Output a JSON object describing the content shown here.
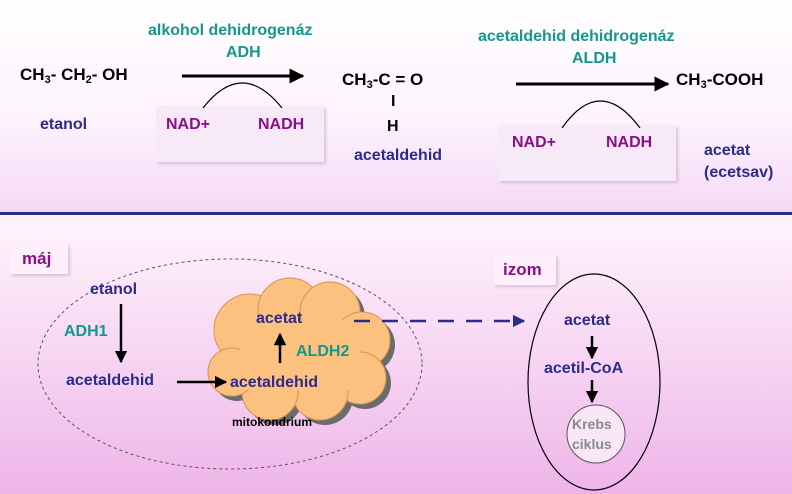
{
  "top": {
    "ethanol_formula_a": "CH",
    "ethanol_formula_sub1": "3",
    "ethanol_formula_b": "- CH",
    "ethanol_formula_sub2": "2",
    "ethanol_formula_c": "- OH",
    "ethanol_label": "etanol",
    "enzyme1_name": "alkohol dehidrogenáz",
    "enzyme1_abbr": "ADH",
    "cofactor1_in": "NAD+",
    "cofactor1_out": "NADH",
    "acetaldehyde_formula_a": "CH",
    "acetaldehyde_formula_sub": "3",
    "acetaldehyde_formula_b": "-C = O",
    "acetaldehyde_bond": "I",
    "acetaldehyde_h": "H",
    "acetaldehyde_label": "acetaldehid",
    "enzyme2_name": "acetaldehid dehidrogenáz",
    "enzyme2_abbr": "ALDH",
    "cofactor2_in": "NAD+",
    "cofactor2_out": "NADH",
    "acetate_formula_a": "CH",
    "acetate_formula_sub": "3",
    "acetate_formula_b": "-COOH",
    "acetate_label": "acetat",
    "acetate_alt": "(ecetsav)"
  },
  "bottom": {
    "liver_label": "máj",
    "liver_ethanol": "etanol",
    "adh1": "ADH1",
    "liver_acetaldehyde": "acetaldehid",
    "mito_acetaldehyde": "acetaldehid",
    "mito_acetate": "acetat",
    "aldh2": "ALDH2",
    "mito_label": "mitokondrium",
    "muscle_label": "izom",
    "muscle_acetate": "acetat",
    "acetyl_coa": "acetil-CoA",
    "krebs_line1": "Krebs",
    "krebs_line2": "ciklus"
  },
  "colors": {
    "teal": "#13978e",
    "navy": "#2c2b8c",
    "purple": "#8b0f86",
    "mitochondrion": "#fcc17f"
  }
}
